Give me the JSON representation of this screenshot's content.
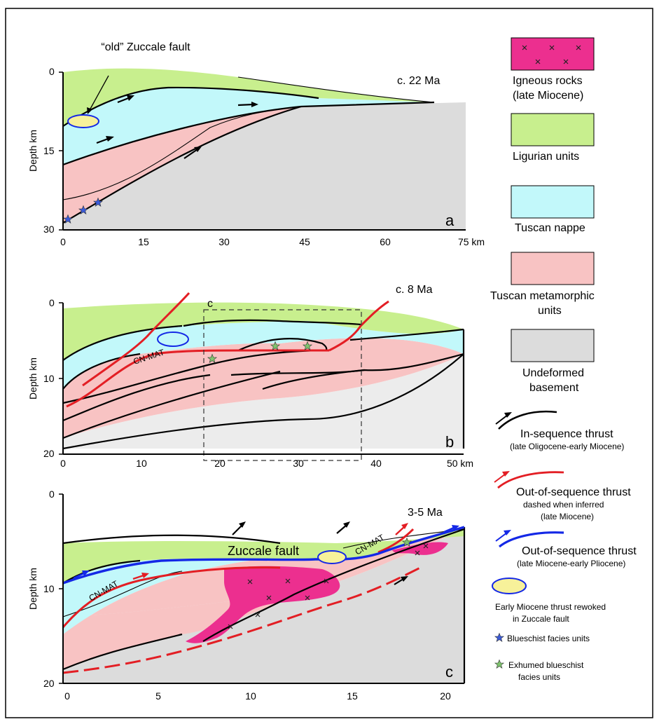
{
  "panel_a": {
    "title": "c. 22 Ma",
    "letter": "a",
    "ylabel": "Depth km",
    "xticks": [
      "0",
      "15",
      "30",
      "45",
      "60",
      "75 km"
    ],
    "yticks": [
      "0",
      "15",
      "30"
    ],
    "callout": "“old” Zuccale fault"
  },
  "panel_b": {
    "title": "c. 8 Ma",
    "letter": "b",
    "box_letter": "c",
    "ylabel": "Depth km",
    "xticks": [
      "0",
      "10",
      "20",
      "30",
      "40",
      "50 km"
    ],
    "yticks": [
      "0",
      "10",
      "20"
    ],
    "fault_label": "CN-MAT"
  },
  "panel_c": {
    "title": "3-5 Ma",
    "letter": "c",
    "ylabel": "Depth km",
    "xticks": [
      "0",
      "5",
      "10",
      "15",
      "20"
    ],
    "yticks": [
      "0",
      "10",
      "20"
    ],
    "fault_label": "Zuccale fault",
    "cn_mat_left": "CN-MAT",
    "cn_mat_right": "CN-MAT"
  },
  "legend": {
    "igneous": [
      "Igneous rocks",
      "(late Miocene)"
    ],
    "ligurian": "Ligurian units",
    "tuscan_nappe": "Tuscan nappe",
    "tuscan_meta": [
      "Tuscan metamorphic",
      "units"
    ],
    "basement": [
      "Undeformed",
      "basement"
    ],
    "in_seq": [
      "In-sequence thrust",
      "(late Oligocene-early Miocene)"
    ],
    "out_red": [
      "Out-of-sequence thrust",
      "dashed when inferred",
      "(late Miocene)"
    ],
    "out_blue": [
      "Out-of-sequence thrust",
      "(late Miocene-early Pliocene)"
    ],
    "ellipse": [
      "Early Miocene thrust rewoked",
      "in Zuccale fault"
    ],
    "blue_star": "Blueschist facies units",
    "green_star": [
      "Exhumed blueschist",
      "facies units"
    ]
  },
  "colors": {
    "igneous": "#ec2f8f",
    "ligurian": "#c8ef8e",
    "tuscan_nappe": "#c2f8fa",
    "tuscan_meta": "#f8c3c3",
    "basement": "#dcdcdc",
    "basement_b": "#ececec",
    "red_fault": "#e31e24",
    "blue_fault": "#1428e6",
    "ellipse_fill": "#f7f19a",
    "blue_star": "#3b5bd9",
    "green_star": "#7fc46e"
  }
}
